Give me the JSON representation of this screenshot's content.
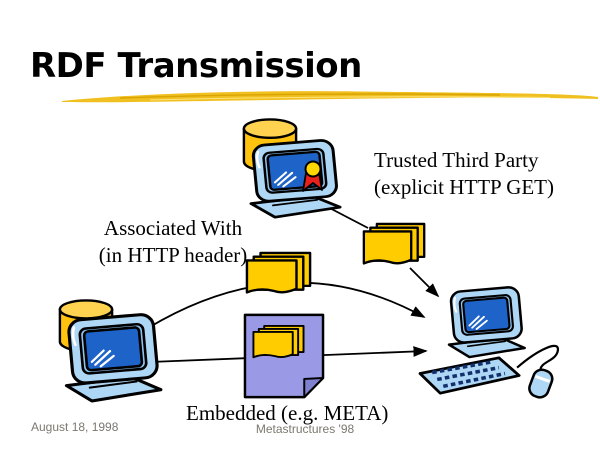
{
  "title": "RDF Transmission",
  "labels": {
    "trusted_line1": "Trusted Third Party",
    "trusted_line2": "(explicit HTTP GET)",
    "associated_line1": "Associated With",
    "associated_line2": "(in HTTP header)",
    "embedded": "Embedded (e.g. META)"
  },
  "footer": {
    "date": "August 18, 1998",
    "conference": "Metastructures '98"
  },
  "icons": [
    "title-underline-swoosh",
    "database-cylinder",
    "workstation-monitor",
    "certificate-ribbon",
    "document-stack",
    "embedded-document-page",
    "desktop-computer-with-keyboard-mouse",
    "arrow-connector"
  ],
  "colors": {
    "gold": "#FFC20E",
    "gold-light": "#FFD34F",
    "doc-yellow": "#FFCC00",
    "purple": "#9999E6",
    "purple-dark": "#8080D0",
    "screen-blue": "#1E63C8",
    "computer-blue": "#AED7F5",
    "computer-blue-dark": "#8FC3EF",
    "outline": "#000000",
    "swoosh-gold": "#F0C020",
    "swoosh-dark": "#D9A404",
    "swoosh-light": "#FFE27A",
    "ribbon-red": "#E8211D",
    "ribbon-gold": "#FFD700",
    "footer-gray": "#7B786F"
  }
}
